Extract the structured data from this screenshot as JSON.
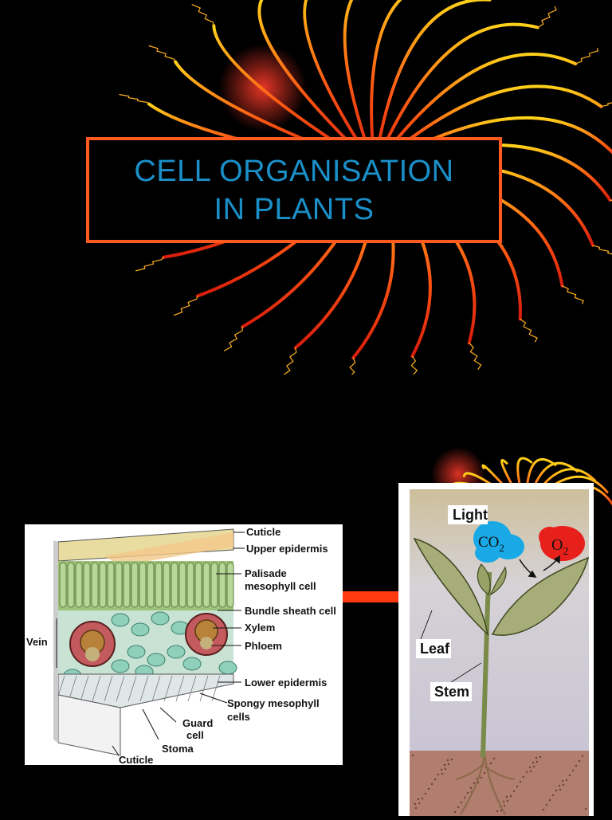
{
  "title": {
    "line1": "CELL ORGANISATION",
    "line2": "IN PLANTS"
  },
  "leaf_diagram": {
    "labels": {
      "cuticle_top": "Cuticle",
      "upper_epidermis": "Upper epidermis",
      "palisade_1": "Palisade",
      "palisade_2": "mesophyll cell",
      "bundle_sheath": "Bundle sheath cell",
      "xylem": "Xylem",
      "phloem": "Phloem",
      "vein": "Vein",
      "lower_epidermis": "Lower epidermis",
      "spongy_1": "Spongy mesophyll",
      "spongy_2": "cells",
      "guard_1": "Guard",
      "guard_2": "cell",
      "stoma": "Stoma",
      "cuticle_bottom": "Cuticle"
    }
  },
  "plant_diagram": {
    "labels": {
      "light": "Light",
      "co2_base": "CO",
      "co2_sub": "2",
      "o2_base": "O",
      "o2_sub": "2",
      "leaf": "Leaf",
      "stem": "Stem"
    },
    "colors": {
      "co2_bubble": "#19a9e6",
      "o2_bubble": "#e8201c"
    }
  },
  "colors": {
    "background": "#000000",
    "title_text": "#1a8fc8",
    "title_border": "#ff5a1f",
    "arrow": "#ff3a10"
  }
}
